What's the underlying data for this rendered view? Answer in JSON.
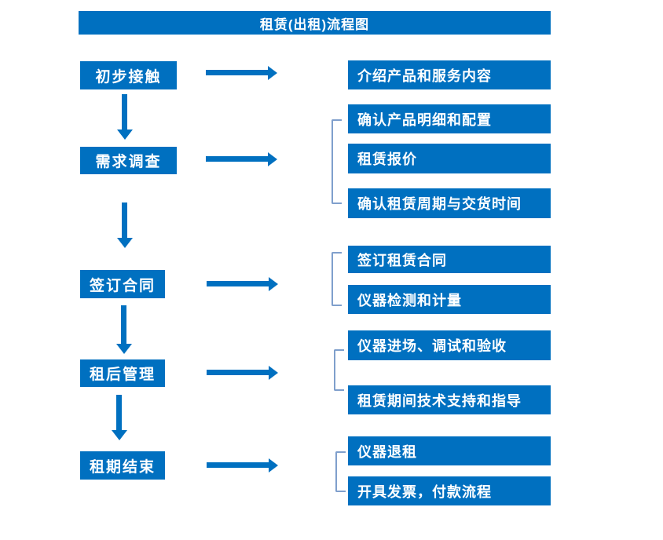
{
  "title": "租赁(出租)流程图",
  "colors": {
    "primary": "#0070C0",
    "bracket": "#7F9FCC",
    "text_on_blue": "#FFFFFF",
    "background": "#FFFFFF"
  },
  "flow": {
    "steps": [
      {
        "label": "初步接触"
      },
      {
        "label": "需求调查"
      },
      {
        "label": "签订合同"
      },
      {
        "label": "租后管理"
      },
      {
        "label": "租期结束"
      }
    ],
    "details": [
      {
        "label": "介绍产品和服务内容"
      },
      {
        "label": "确认产品明细和配置"
      },
      {
        "label": "租赁报价"
      },
      {
        "label": "确认租赁周期与交货时间"
      },
      {
        "label": "签订租赁合同"
      },
      {
        "label": "仪器检测和计量"
      },
      {
        "label": "仪器进场、调试和验收"
      },
      {
        "label": "租赁期间技术支持和指导"
      },
      {
        "label": "仪器退租"
      },
      {
        "label": "开具发票，付款流程"
      }
    ]
  }
}
